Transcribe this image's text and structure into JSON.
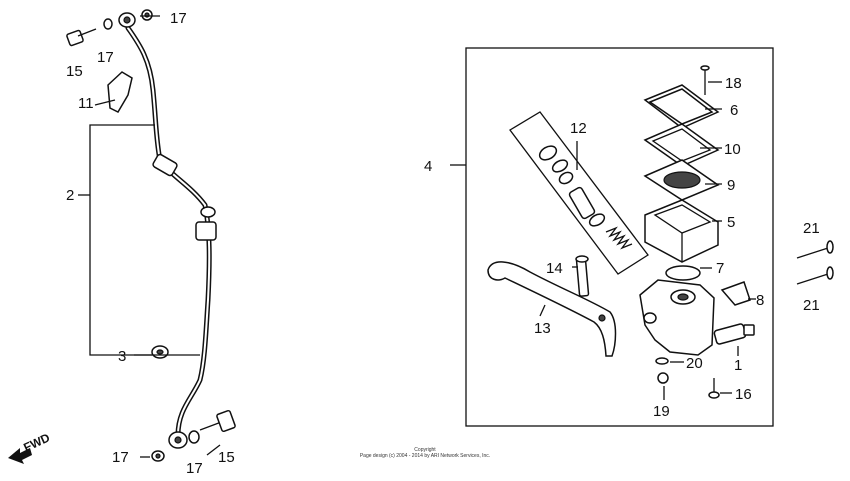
{
  "labels": {
    "n1": "1",
    "n2": "2",
    "n3": "3",
    "n4": "4",
    "n5": "5",
    "n6": "6",
    "n7": "7",
    "n8": "8",
    "n9": "9",
    "n10": "10",
    "n11": "11",
    "n12": "12",
    "n13": "13",
    "n14": "14",
    "n15a": "15",
    "n15b": "15",
    "n16": "16",
    "n17a": "17",
    "n17b": "17",
    "n17c": "17",
    "n17d": "17",
    "n18": "18",
    "n19": "19",
    "n20": "20",
    "n21a": "21",
    "n21b": "21"
  },
  "fwd": "FWD",
  "copyright": {
    "line1": "Copyright",
    "line2": "Page design (c) 2004 - 2014 by ARI Network Services, Inc."
  }
}
